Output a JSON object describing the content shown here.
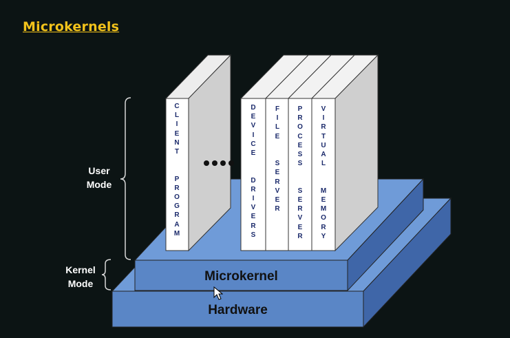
{
  "title": "Microkernels",
  "modes": {
    "user": [
      "User",
      "Mode"
    ],
    "kernel": [
      "Kernel",
      "Mode"
    ]
  },
  "layers": {
    "microkernel": "Microkernel",
    "hardware": "Hardware"
  },
  "books": {
    "client": "C\nL\nI\nE\nN\nT\n\n\nP\nR\nO\nG\nR\nA\nM",
    "device": "D\nE\nV\nI\nC\nE\n\n\nD\nR\nI\nV\nE\nR\nS",
    "file": "F\nI\nL\nE\n\n\nS\nE\nR\nV\nE\nR",
    "process": "P\nR\nO\nC\nE\nS\nS\n\n\nS\nE\nR\nV\nE\nR",
    "memory": "V\nI\nR\nT\nU\nA\nL\n\n\nM\nE\nM\nO\nR\nY"
  },
  "colors": {
    "title": "#f2c21b",
    "layer_front": "#5a86c6",
    "layer_top": "#6f9bd8",
    "layer_side": "#3f66a8",
    "book_face": "#ffffff",
    "book_side": "#cfcfcf"
  }
}
